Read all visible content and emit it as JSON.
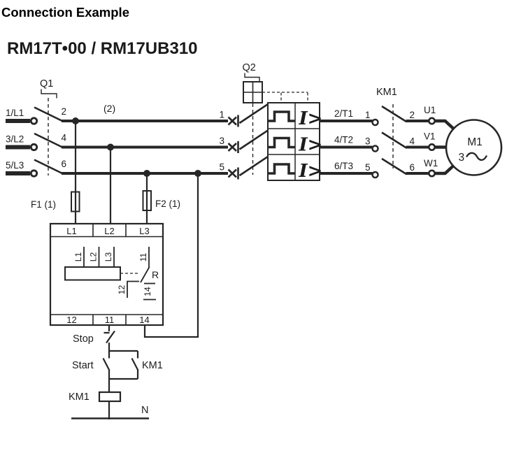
{
  "header": {
    "title": "Connection Example",
    "subtitle": "RM17T•00 / RM17UB310"
  },
  "note": "(2)",
  "q1": {
    "label": "Q1",
    "poles": [
      {
        "in": "1/L1",
        "out": "2"
      },
      {
        "in": "3/L2",
        "out": "4"
      },
      {
        "in": "5/L3",
        "out": "6"
      }
    ]
  },
  "q2": {
    "label": "Q2",
    "trip": "I>",
    "poles": [
      {
        "in": "1",
        "out": "2/T1"
      },
      {
        "in": "3",
        "out": "4/T2"
      },
      {
        "in": "5",
        "out": "6/T3"
      }
    ]
  },
  "fuses": {
    "f1": "F1 (1)",
    "f2": "F2 (1)"
  },
  "km1": {
    "label": "KM1",
    "poles": [
      {
        "in": "1",
        "out": "2",
        "motor": "U1"
      },
      {
        "in": "3",
        "out": "4",
        "motor": "V1"
      },
      {
        "in": "5",
        "out": "6",
        "motor": "W1"
      }
    ]
  },
  "motor": {
    "label": "M1",
    "phases": "3"
  },
  "relay": {
    "top_terminals": [
      "L1",
      "L2",
      "L3"
    ],
    "bottom_terminals": [
      "12",
      "11",
      "14"
    ],
    "inputs": [
      "L1",
      "L2",
      "L3"
    ],
    "contact": {
      "common": "11",
      "nc": "12",
      "no": "14",
      "relay": "R"
    }
  },
  "control": {
    "stop": "Stop",
    "start": "Start",
    "aux": "KM1",
    "coil": "KM1",
    "neutral": "N"
  }
}
